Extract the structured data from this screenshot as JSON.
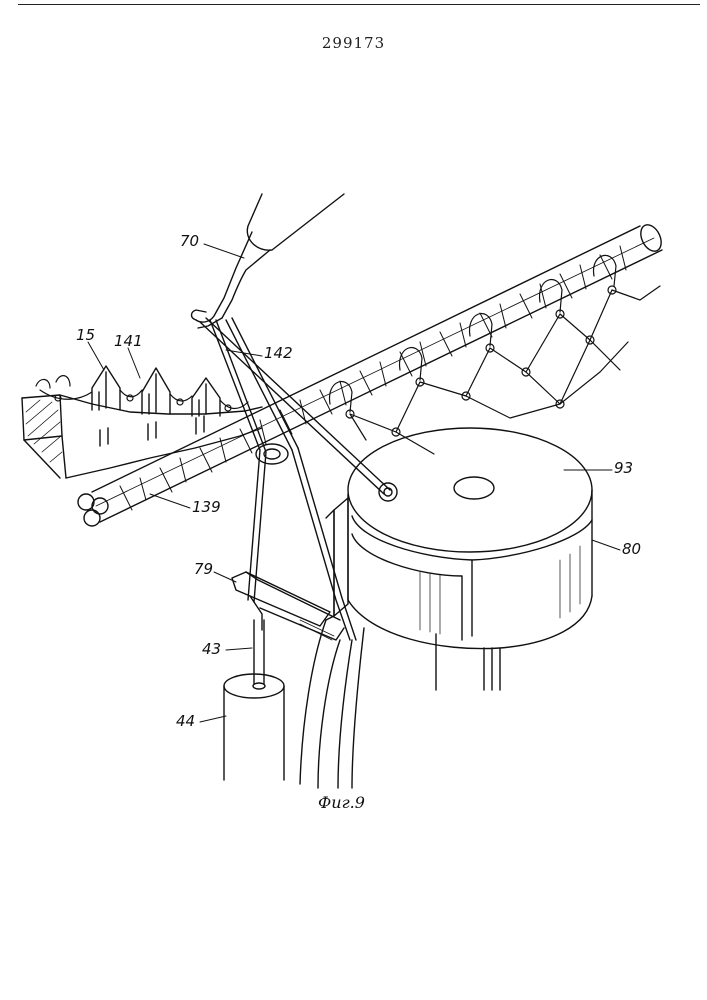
{
  "header": {
    "patent_number": "299173"
  },
  "figure": {
    "caption": "Фиг.9",
    "labels": {
      "l70": "70",
      "l15": "15",
      "l141": "141",
      "l142": "142",
      "l93": "93",
      "l139": "139",
      "l80": "80",
      "l79": "79",
      "l43": "43",
      "l44": "44"
    }
  }
}
